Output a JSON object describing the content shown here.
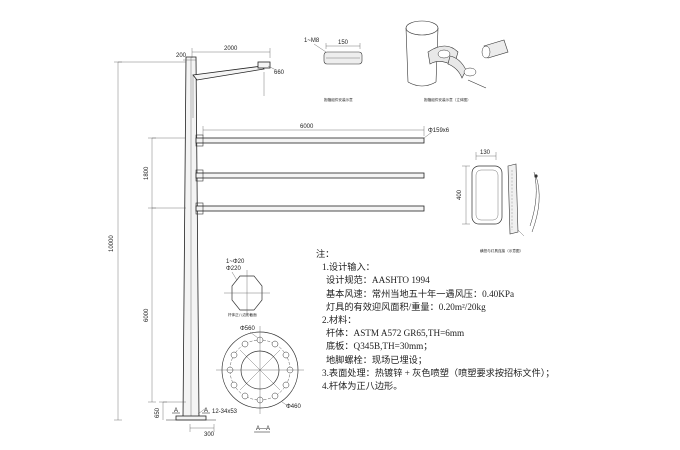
{
  "dimensions": {
    "arm_length": "2000",
    "arm_offset": "200",
    "crossarm_length": "6000",
    "crossarm_dia": "Φ159x6",
    "spacing_1": "1800",
    "total_height": "10000",
    "mid_height": "6000",
    "lower_height": "650",
    "base_width": "300",
    "rise": "660",
    "anchor_bolt": "12-34x53",
    "detail_len": "150",
    "detail_tag": "1~M8",
    "bracket_w": "130",
    "bracket_h": "400",
    "flange_outer": "Φ560",
    "flange_inner": "Φ460",
    "oct_dia": "Φ220",
    "oct_tag": "1~Φ20",
    "section_label": "A—A",
    "section_mark": "A"
  },
  "captions": {
    "clamp_view": "抱箍组件安装示意",
    "clamp_3d": "抱箍组件安装示意（立体图）",
    "bracket": "横担与灯具连接（示意图）",
    "octagon": "杆体正八边形截面",
    "flange": "A—A"
  },
  "notes": {
    "title": "注：",
    "lines": [
      "1.设计输入：",
      "设计规范：AASHTO 1994",
      "基本风速：常州当地五十年一遇风压：0.40KPa",
      "灯具的有效迎风面积/重量：0.20m²/20kg",
      "2.材料：",
      "杆体：ASTM A572 GR65,TH=6mm",
      "底板：Q345B,TH=30mm；",
      "地脚螺栓：现场已埋设；",
      "3.表面处理：热镀锌 + 灰色喷塑（喷塑要求按招标文件）；",
      "4.杆体为正八边形。"
    ]
  }
}
